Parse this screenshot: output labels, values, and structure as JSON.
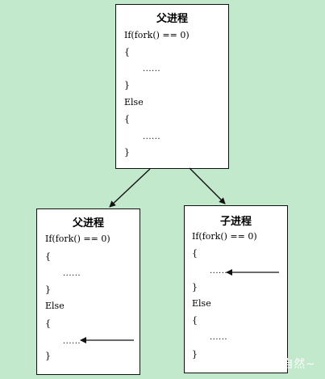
{
  "top_box": {
    "title": "父进程",
    "lines": [
      "If(fork() == 0)",
      "{",
      "......",
      "}",
      "Else",
      "{",
      "......",
      "}"
    ]
  },
  "left_box": {
    "title": "父进程",
    "lines": [
      "If(fork() == 0)",
      "{",
      "......",
      "}",
      "Else",
      "{",
      "......",
      "}"
    ]
  },
  "right_box": {
    "title": "子进程",
    "lines": [
      "If(fork() == 0)",
      "{",
      "......",
      "}",
      "Else",
      "{",
      "......",
      "}"
    ]
  },
  "watermark": "CSDN @顺其自然~",
  "colors": {
    "background": "#c3e9cc",
    "box_fill": "#ffffff",
    "stroke": "#111111"
  }
}
